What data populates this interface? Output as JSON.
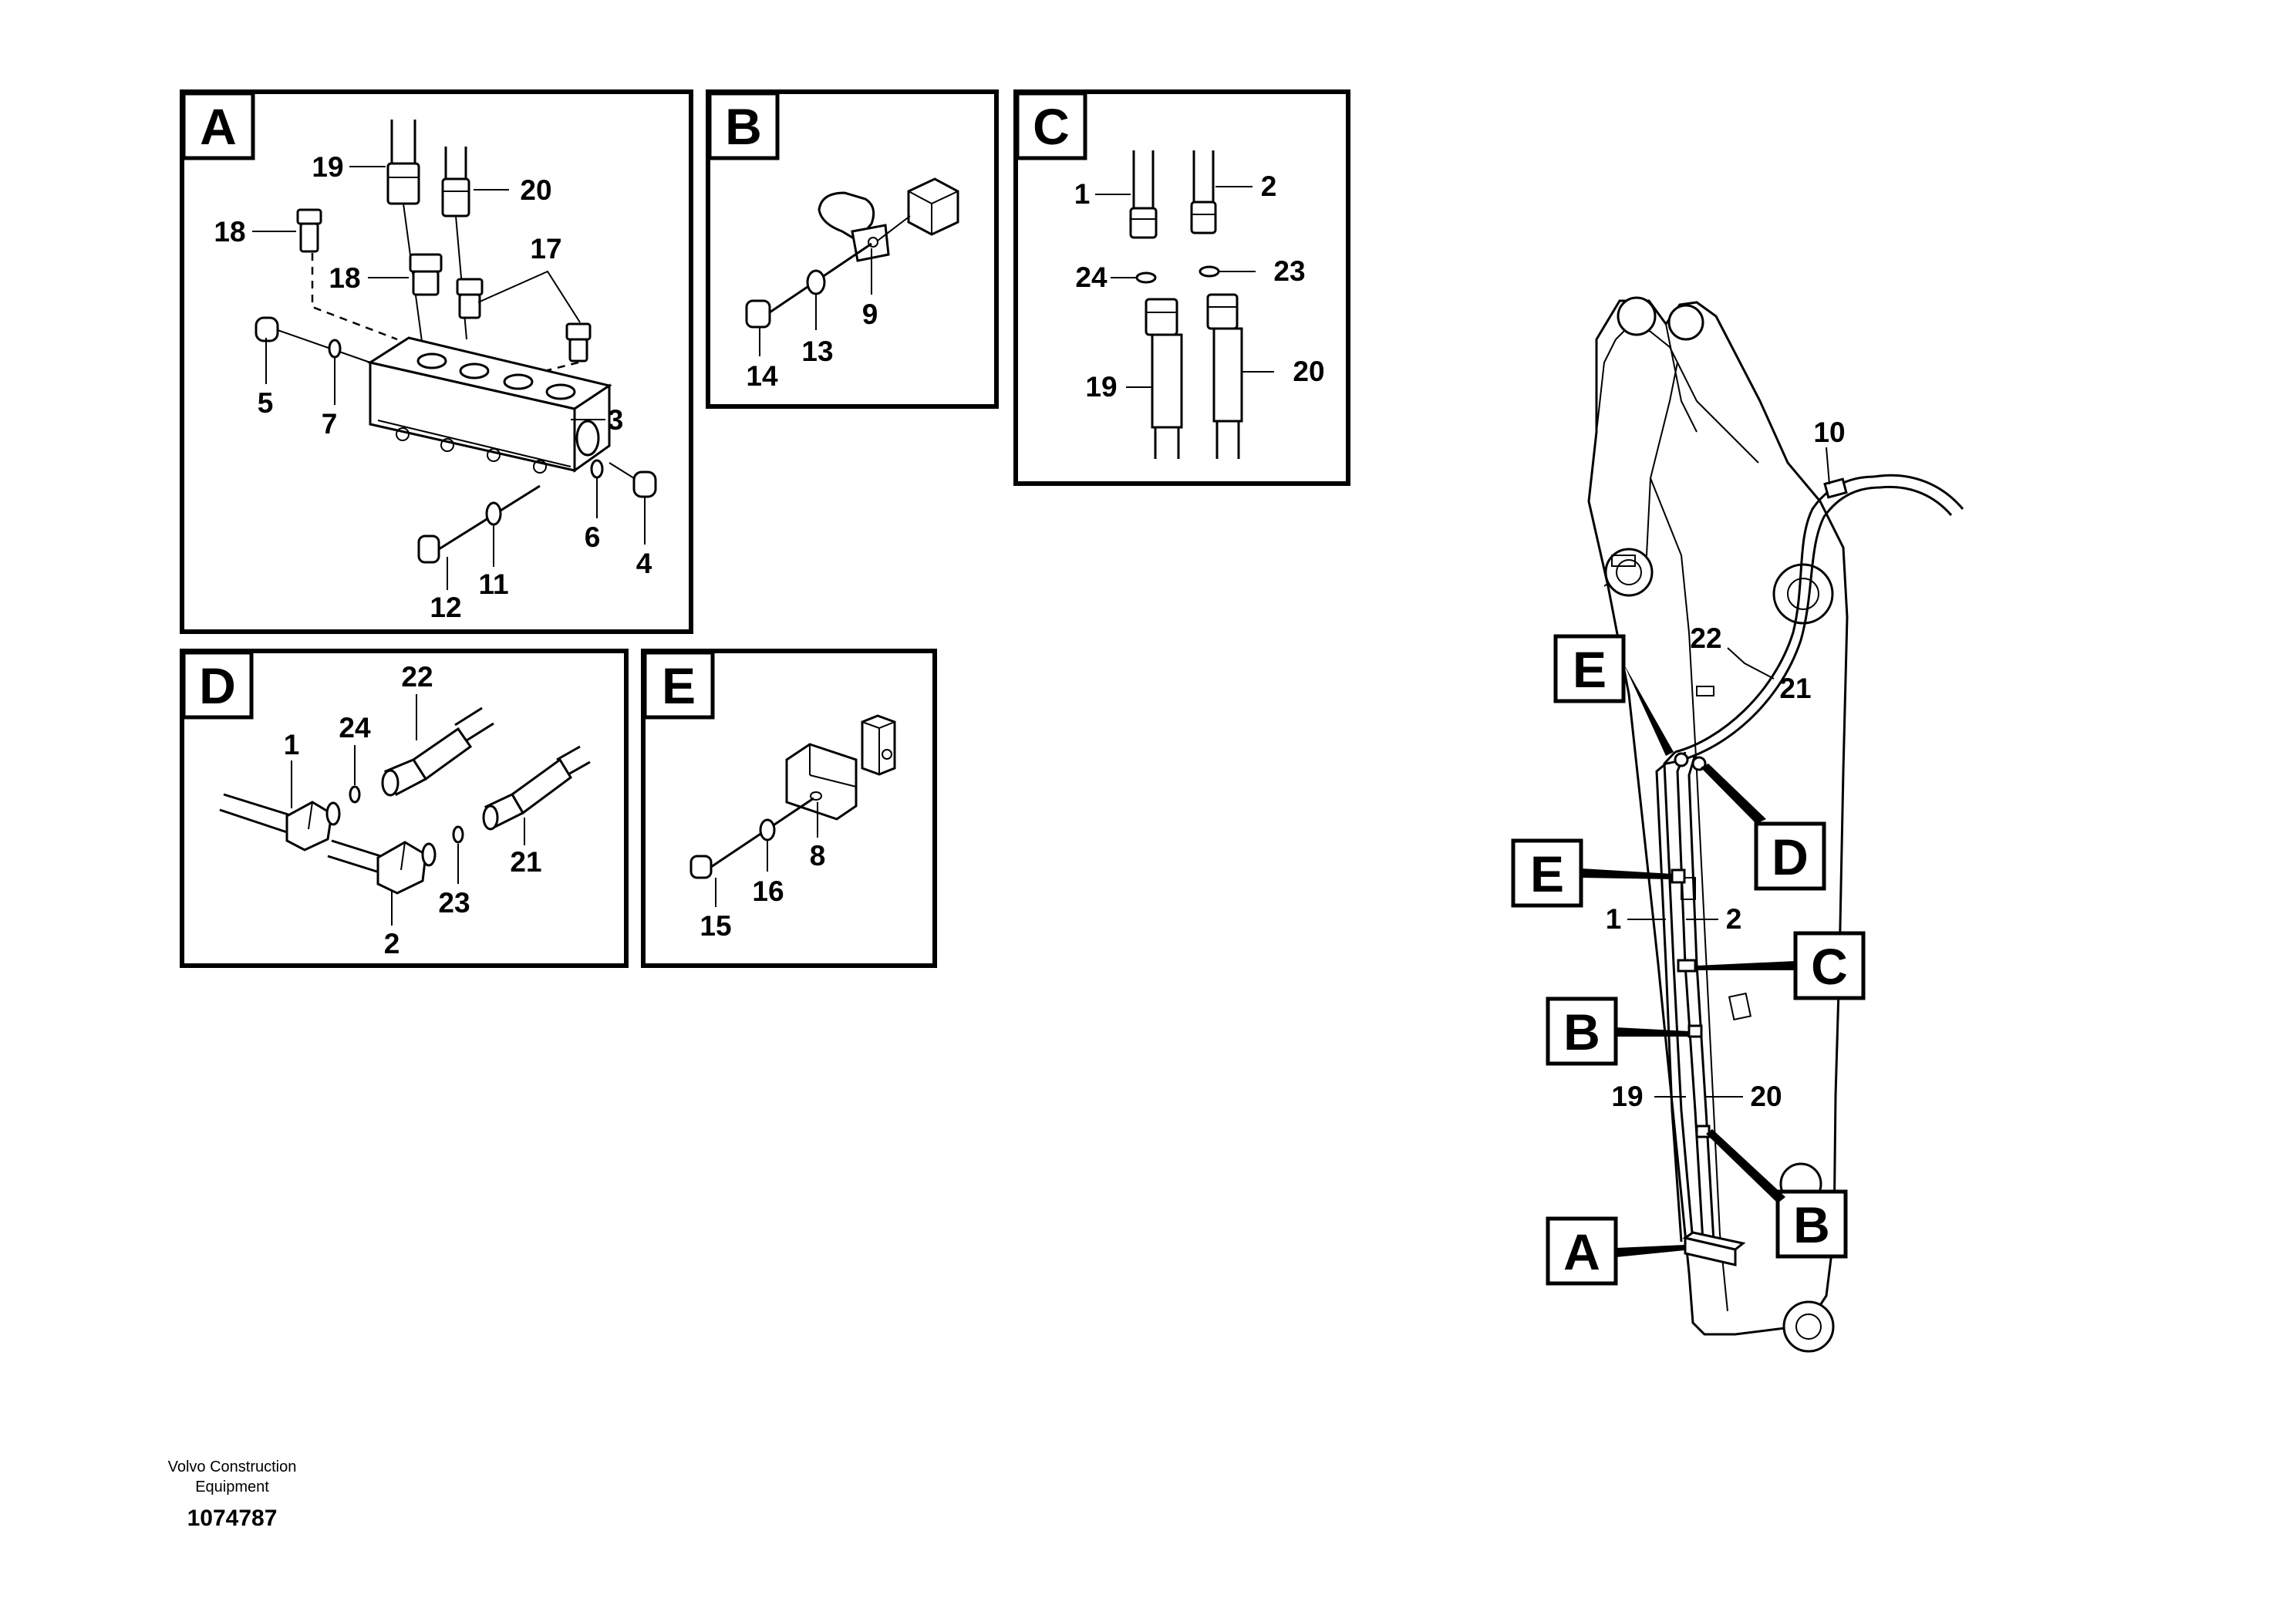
{
  "panels": {
    "A": {
      "letter": "A",
      "labels": [
        "19",
        "20",
        "18",
        "18",
        "17",
        "5",
        "7",
        "3",
        "6",
        "4",
        "12",
        "11"
      ]
    },
    "B": {
      "letter": "B",
      "labels": [
        "14",
        "13",
        "9"
      ]
    },
    "C": {
      "letter": "C",
      "labels": [
        "1",
        "2",
        "24",
        "23",
        "19",
        "20"
      ]
    },
    "D": {
      "letter": "D",
      "labels": [
        "22",
        "24",
        "1",
        "21",
        "23",
        "2"
      ]
    },
    "E": {
      "letter": "E",
      "labels": [
        "8",
        "16",
        "15"
      ]
    }
  },
  "overview": {
    "callouts": [
      "E",
      "E",
      "D",
      "C",
      "B",
      "B",
      "A"
    ],
    "labels": [
      "10",
      "22",
      "21",
      "1",
      "2",
      "19",
      "20"
    ]
  },
  "footer": {
    "company_line1": "Volvo Construction",
    "company_line2": "Equipment",
    "drawing_number": "1074787"
  }
}
